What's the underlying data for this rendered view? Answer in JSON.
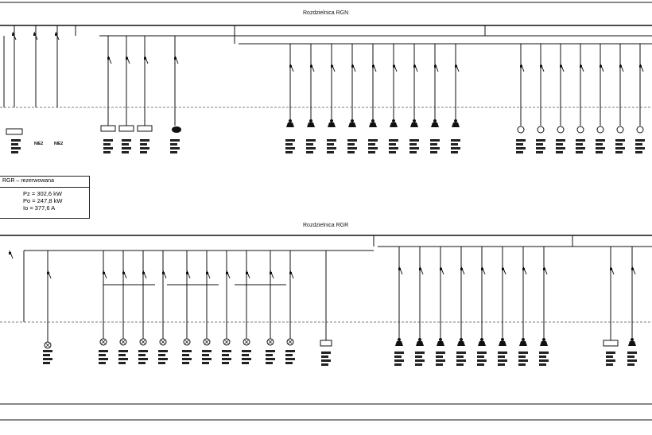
{
  "sections": [
    {
      "title": "Rozdzielnica RGN"
    },
    {
      "title": "Rozdzielnica RGR"
    }
  ],
  "summary_box": {
    "header": "RGR – rezerwowana",
    "rows": [
      "Pz = 302,6 kW",
      "Po = 247,8 kW",
      "Io = 377,6 A"
    ]
  },
  "notes": [
    "NIE2",
    "NIE2"
  ],
  "colors": {
    "line": "#111111",
    "dash": "#555555"
  }
}
